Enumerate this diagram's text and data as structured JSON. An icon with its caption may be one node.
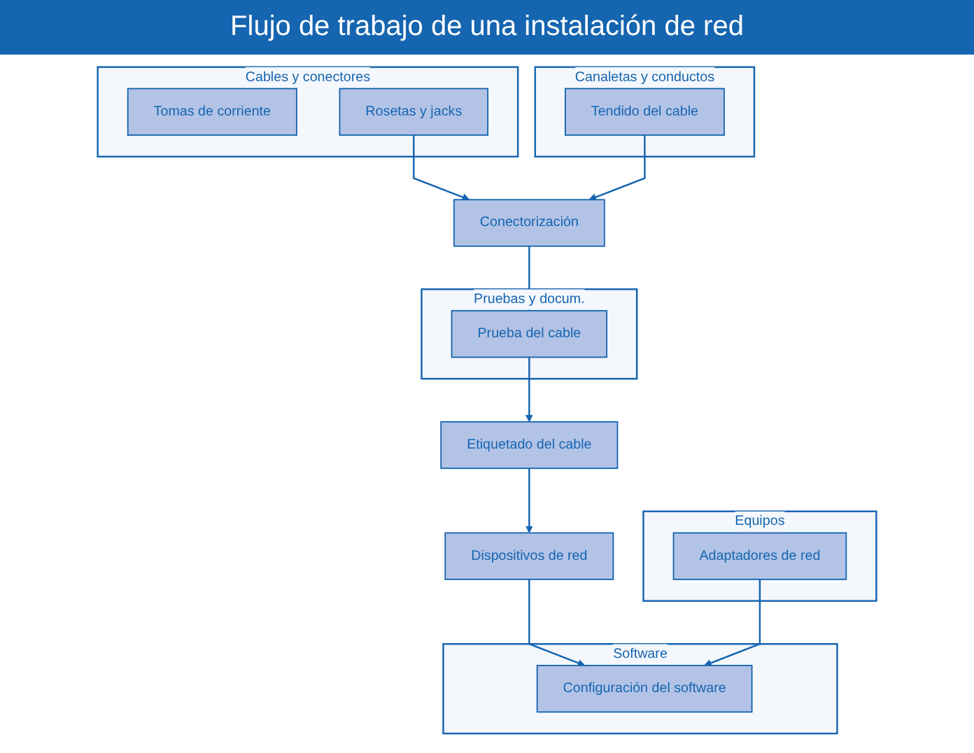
{
  "diagram": {
    "title": "Flujo de trabajo de una instalación de red",
    "nodes": [
      {
        "text": [
          "Cables y conectores"
        ]
      },
      {
        "text": [
          "Tomas de corriente"
        ],
        "in": 0
      },
      {
        "text": [
          "Rosetas y jacks"
        ],
        "in": 0
      },
      {
        "text": [
          "Conectorización"
        ]
      },
      {
        "text": [
          "Canaletas y conductos"
        ]
      },
      {
        "text": [
          "Tendido del cable"
        ],
        "in": 4
      },
      {
        "text": [
          "Etiquetado del cable"
        ]
      },
      {
        "text": [
          "Pruebas y docum."
        ]
      },
      {
        "text": [
          "Prueba del cable"
        ],
        "in": 7
      },
      {
        "text": [
          "Equipos"
        ]
      },
      {
        "text": [
          "Adaptadores de red"
        ],
        "in": 9
      },
      {
        "text": [
          "Dispositivos de red"
        ]
      },
      {
        "text": [
          "Software"
        ]
      },
      {
        "text": [
          "Configuración del software"
        ],
        "in": 12
      }
    ],
    "edges": [
      {
        "from": 2,
        "to": 3,
        "arrow": "to"
      },
      {
        "from": 5,
        "to": 3,
        "arrow": "to"
      },
      {
        "from": 3,
        "to": 8,
        "arrow": "to"
      },
      {
        "from": 8,
        "to": 6,
        "arrow": "to"
      },
      {
        "from": 6,
        "to": 11,
        "arrow": "to"
      },
      {
        "from": 11,
        "to": 13,
        "arrow": "to"
      },
      {
        "from": 10,
        "to": 13,
        "arrow": "to"
      }
    ]
  }
}
